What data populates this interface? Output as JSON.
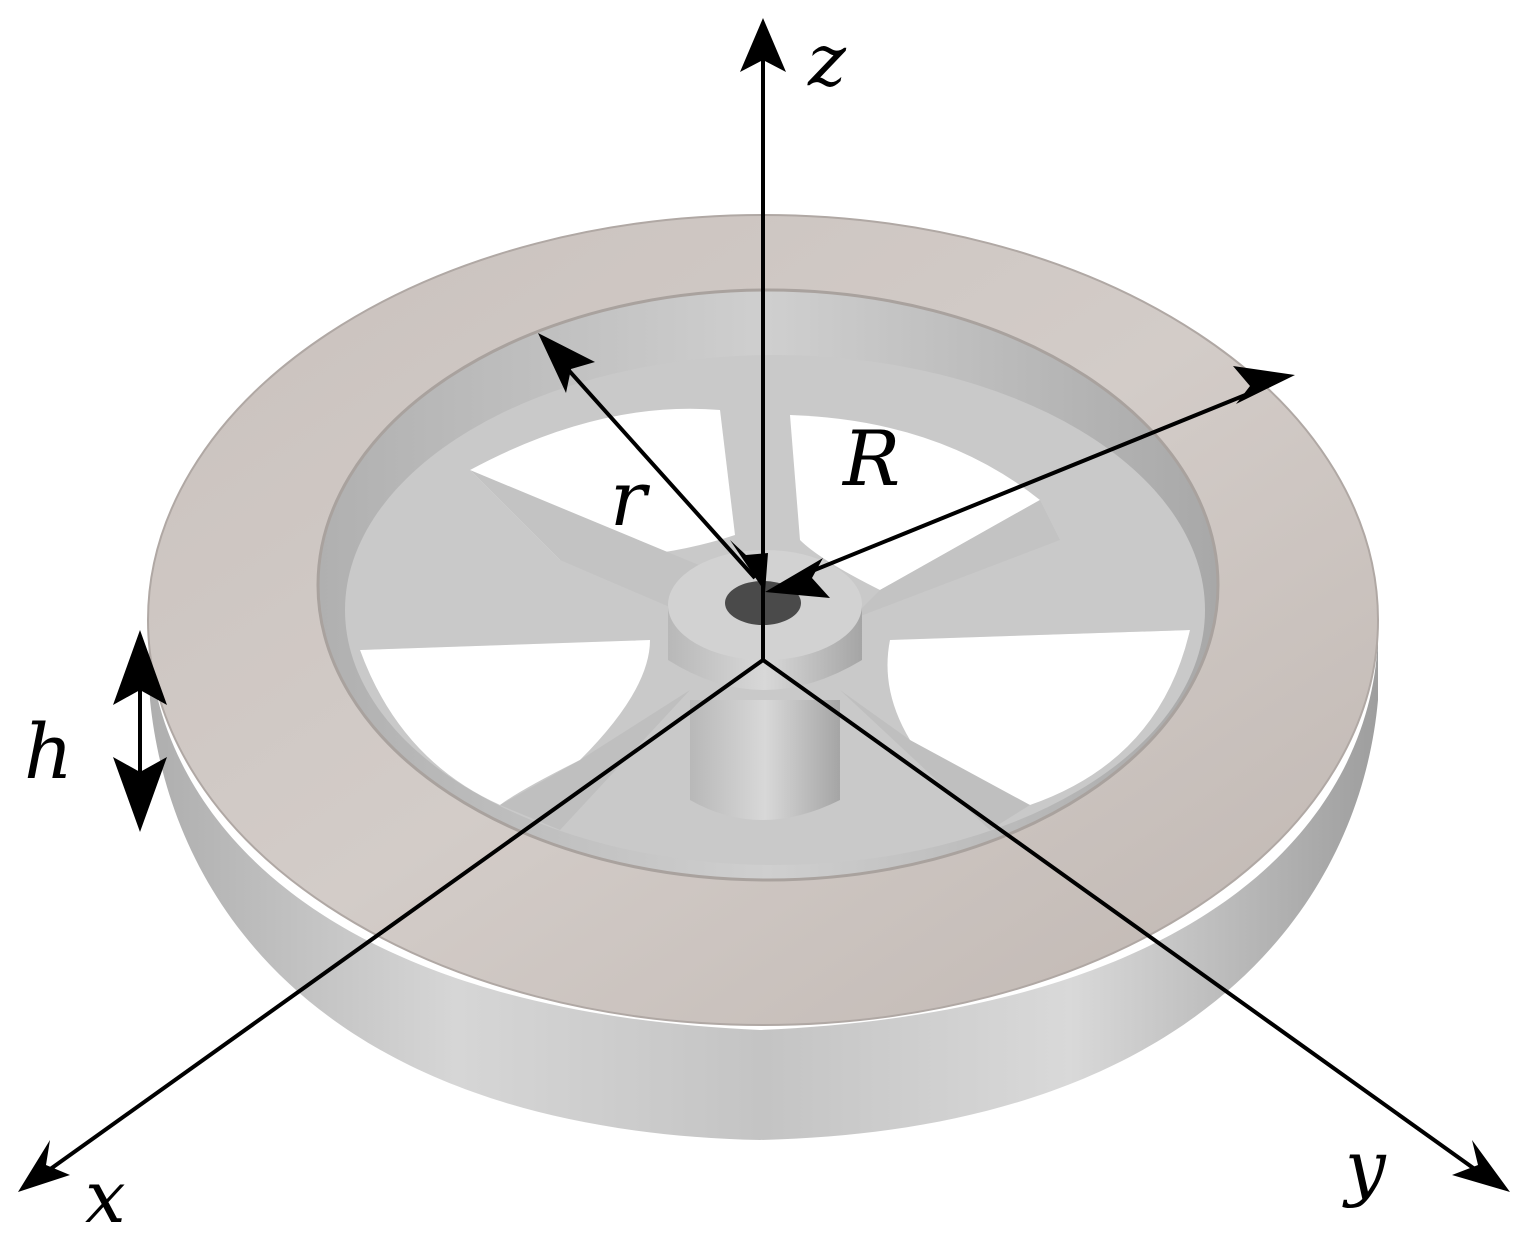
{
  "labels": {
    "z_axis": "z",
    "x_axis": "x",
    "y_axis": "y",
    "inner_radius": "r",
    "outer_radius": "R",
    "height": "h"
  },
  "colors": {
    "arrow": "#000000",
    "rim_top": "#c6bcb7",
    "rim_top_light": "#dbd5d1",
    "rim_side": "#bdbdbd",
    "metal_dark": "#8f8f8f",
    "background": "#ffffff"
  },
  "icons": {
    "object": "spoked-flywheel-photo"
  }
}
